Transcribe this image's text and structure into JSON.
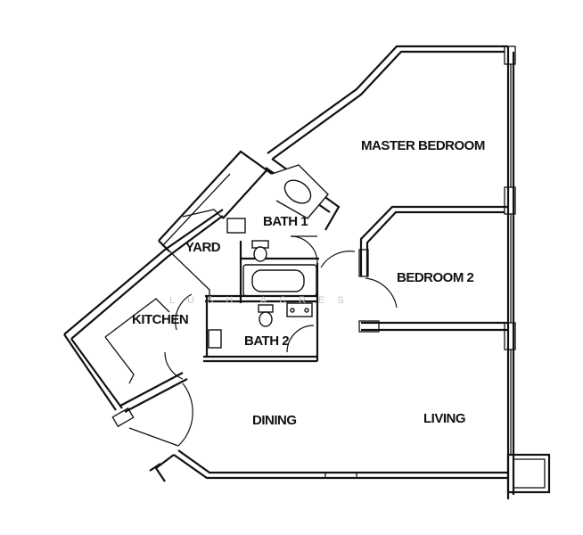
{
  "rooms": {
    "master_bedroom": "MASTER BEDROOM",
    "bath_1": "BATH 1",
    "yard": "YARD",
    "bedroom_2": "BEDROOM 2",
    "kitchen": "KITCHEN",
    "bath_2": "BATH 2",
    "dining": "DINING",
    "living": "LIVING"
  },
  "watermark": "LUSH ACRES"
}
